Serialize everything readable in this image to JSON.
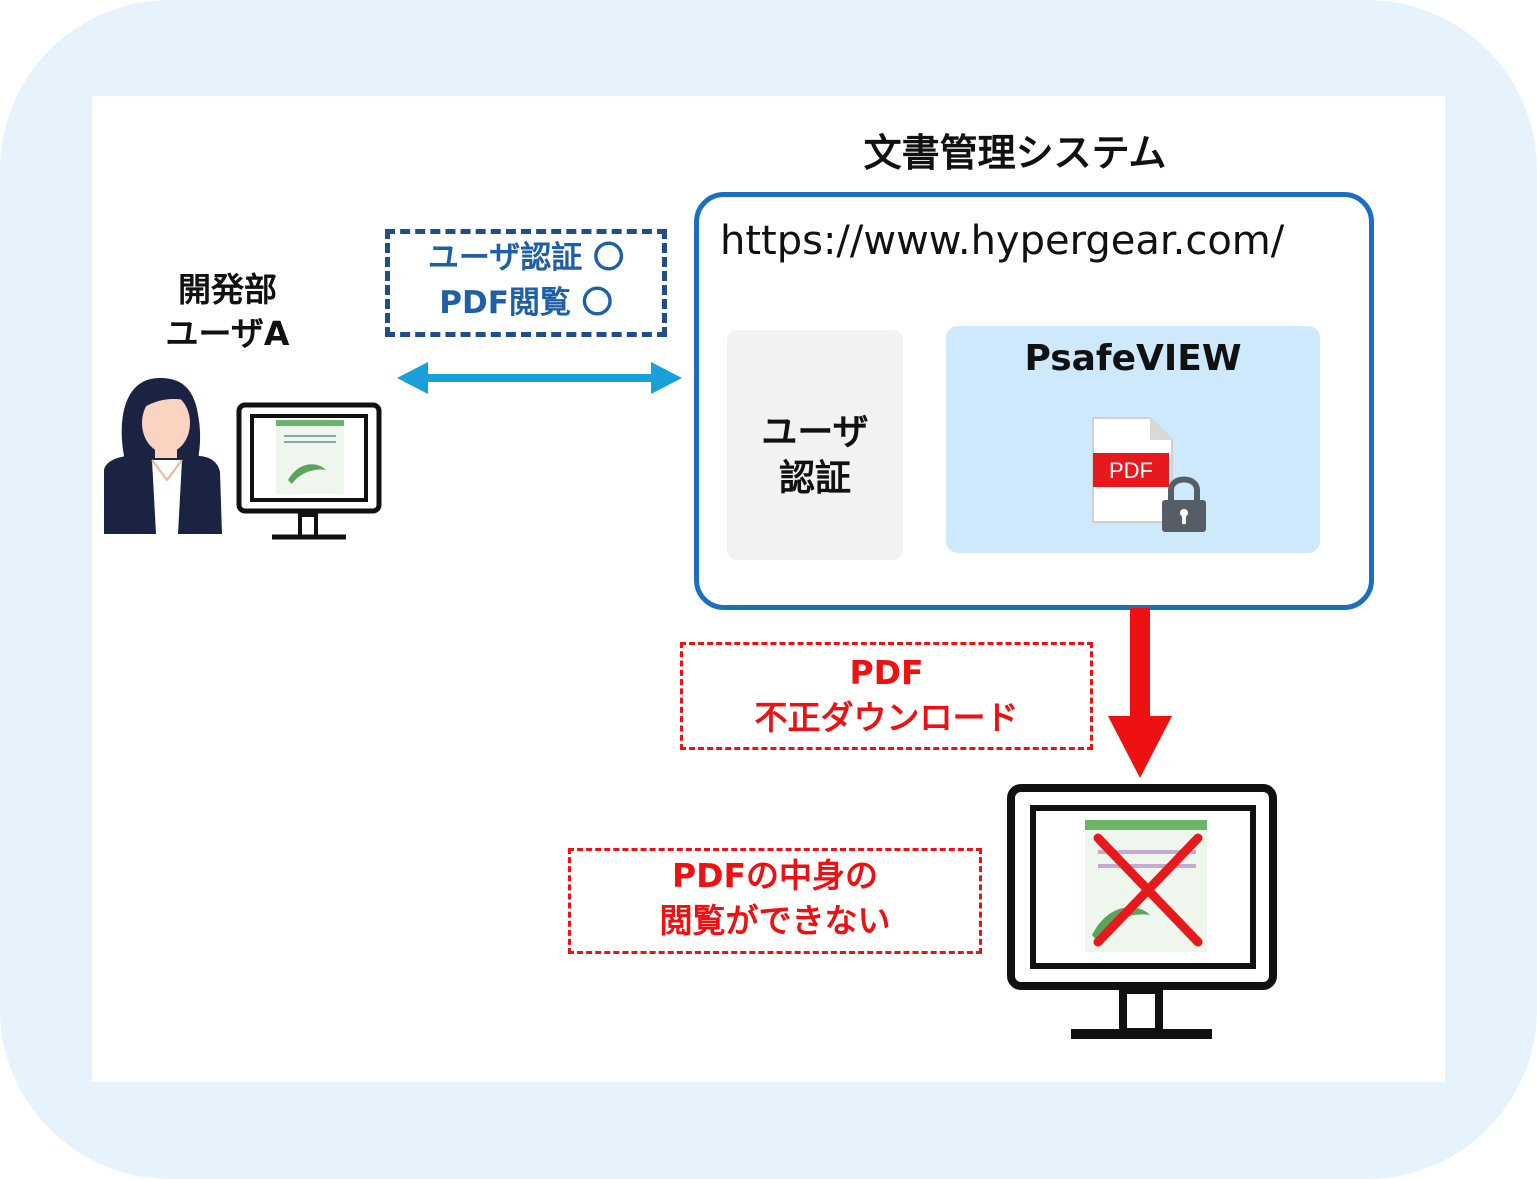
{
  "system": {
    "title": "文書管理システム",
    "url": "https://www.hypergear.com/",
    "auth_panel_line1": "ユーザ",
    "auth_panel_line2": "認証",
    "viewer_title": "PsafeVIEW",
    "pdf_badge": "PDF"
  },
  "user": {
    "department": "開発部",
    "name": "ユーザA"
  },
  "permissions": {
    "line1": "ユーザ認証 〇",
    "line2": "PDF閲覧 〇"
  },
  "illegal_download": {
    "line1": "PDF",
    "line2": "不正ダウンロード"
  },
  "not_viewable": {
    "line1": "PDFの中身の",
    "line2": "閲覧ができない"
  },
  "colors": {
    "background": "#e6f3fc",
    "system_border": "#1a6fc0",
    "arrow_blue": "#1aa0d8",
    "permission_blue": "#1e5fa6",
    "warning_red": "#ee1111",
    "viewer_panel": "#cde9fb",
    "auth_panel": "#f2f2f2"
  }
}
